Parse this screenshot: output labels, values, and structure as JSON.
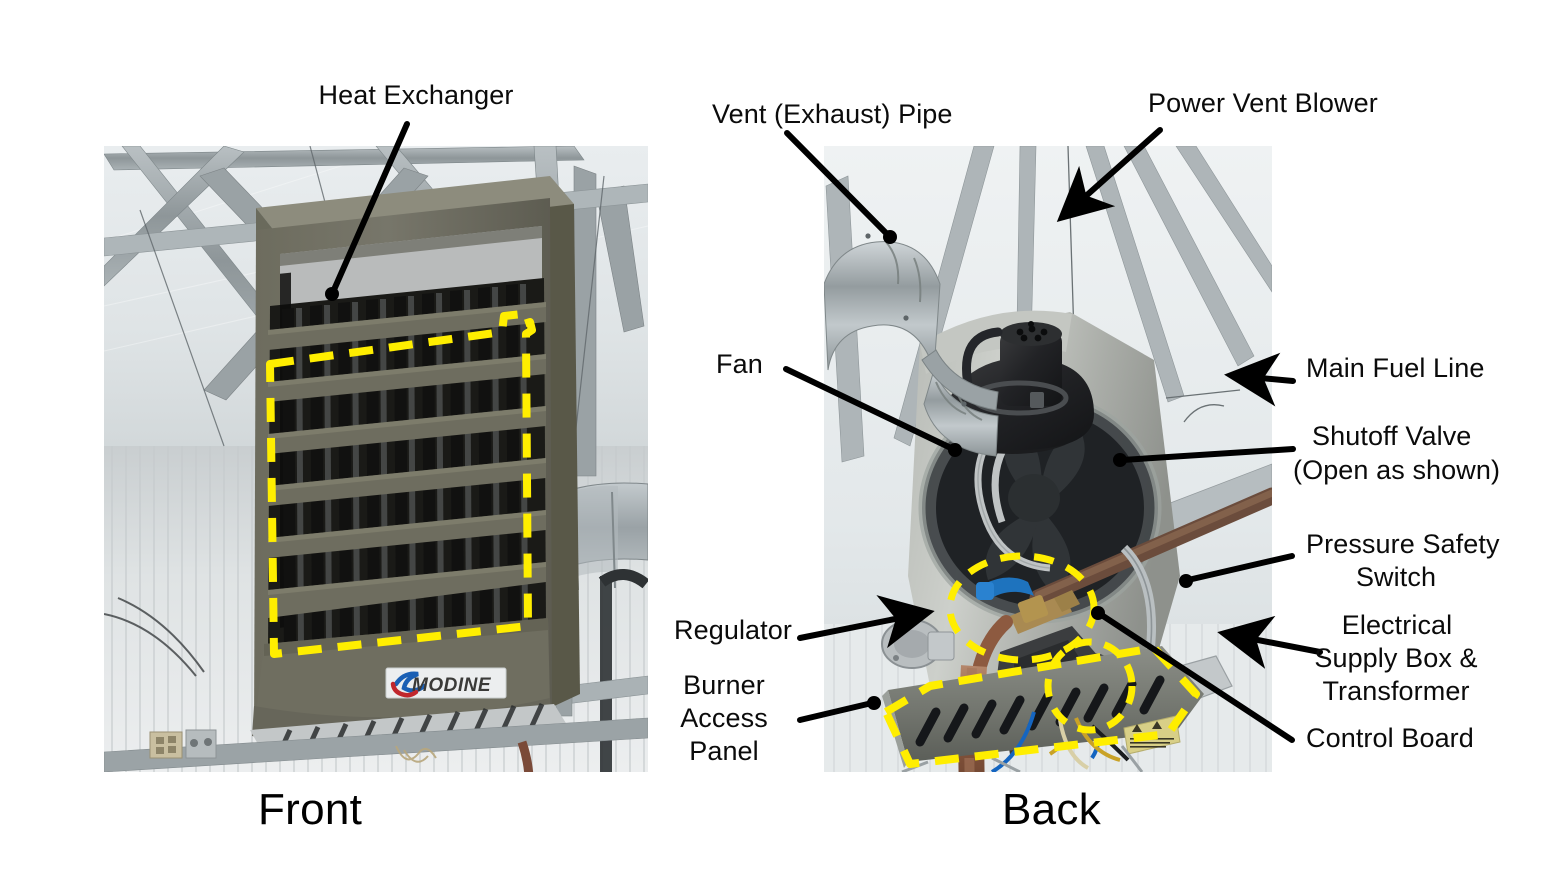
{
  "slide": {
    "background_color": "#ffffff",
    "title_absent": true
  },
  "panels": [
    {
      "id": "front",
      "caption": "Front",
      "description": "Front view of a MODINE unit heater mounted in a greenhouse",
      "brand_label": "MODINE",
      "highlight_color": "#ffee00",
      "callouts": [
        {
          "name": "heat-exchanger",
          "text": "Heat Exchanger"
        }
      ]
    },
    {
      "id": "back",
      "caption": "Back",
      "description": "Back view of the same MODINE unit heater showing gas train and controls",
      "highlight_color": "#ffee00",
      "callouts": [
        {
          "name": "vent-exhaust-pipe",
          "text": "Vent (Exhaust) Pipe"
        },
        {
          "name": "power-vent-blower",
          "text": "Power Vent Blower"
        },
        {
          "name": "fan",
          "text": "Fan"
        },
        {
          "name": "main-fuel-line",
          "text": "Main Fuel Line"
        },
        {
          "name": "shutoff-valve",
          "text": "Shutoff Valve"
        },
        {
          "name": "shutoff-valve-note",
          "text": "(Open as shown)"
        },
        {
          "name": "pressure-safety-switch",
          "text": "Pressure Safety\nSwitch"
        },
        {
          "name": "electrical-supply-box",
          "text": "Electrical\nSupply Box &\nTransformer"
        },
        {
          "name": "control-board",
          "text": "Control Board"
        },
        {
          "name": "regulator",
          "text": "Regulator"
        },
        {
          "name": "burner-access-panel",
          "text": "Burner\nAccess\nPanel"
        }
      ]
    }
  ],
  "labels": {
    "heat_exchanger": "Heat Exchanger",
    "vent_exhaust_pipe": "Vent (Exhaust) Pipe",
    "power_vent_blower": "Power Vent Blower",
    "fan": "Fan",
    "main_fuel_line": "Main Fuel Line",
    "shutoff_valve_l1": "Shutoff Valve",
    "shutoff_valve_l2": "(Open as shown)",
    "pressure_safety_l1": "Pressure Safety",
    "pressure_safety_l2": "Switch",
    "electrical_l1": "Electrical",
    "electrical_l2": "Supply Box &",
    "electrical_l3": "Transformer",
    "control_board": "Control Board",
    "regulator": "Regulator",
    "burner_l1": "Burner",
    "burner_l2": "Access",
    "burner_l3": "Panel",
    "caption_front": "Front",
    "caption_back": "Back",
    "brand": "MODINE"
  },
  "colors": {
    "highlight_yellow": "#ffee00",
    "leader_black": "#000000",
    "heater_body": "#6f6e60",
    "heater_body_dark": "#55544a",
    "greenhouse_frame": "#9aa3a6",
    "sky": "#e8ecee",
    "brand_blue": "#1a5fb4",
    "brand_red": "#c0272d",
    "copper_pipe": "#9a6a4e",
    "blue_valve": "#1e73be",
    "text": "#0b0b0b"
  }
}
